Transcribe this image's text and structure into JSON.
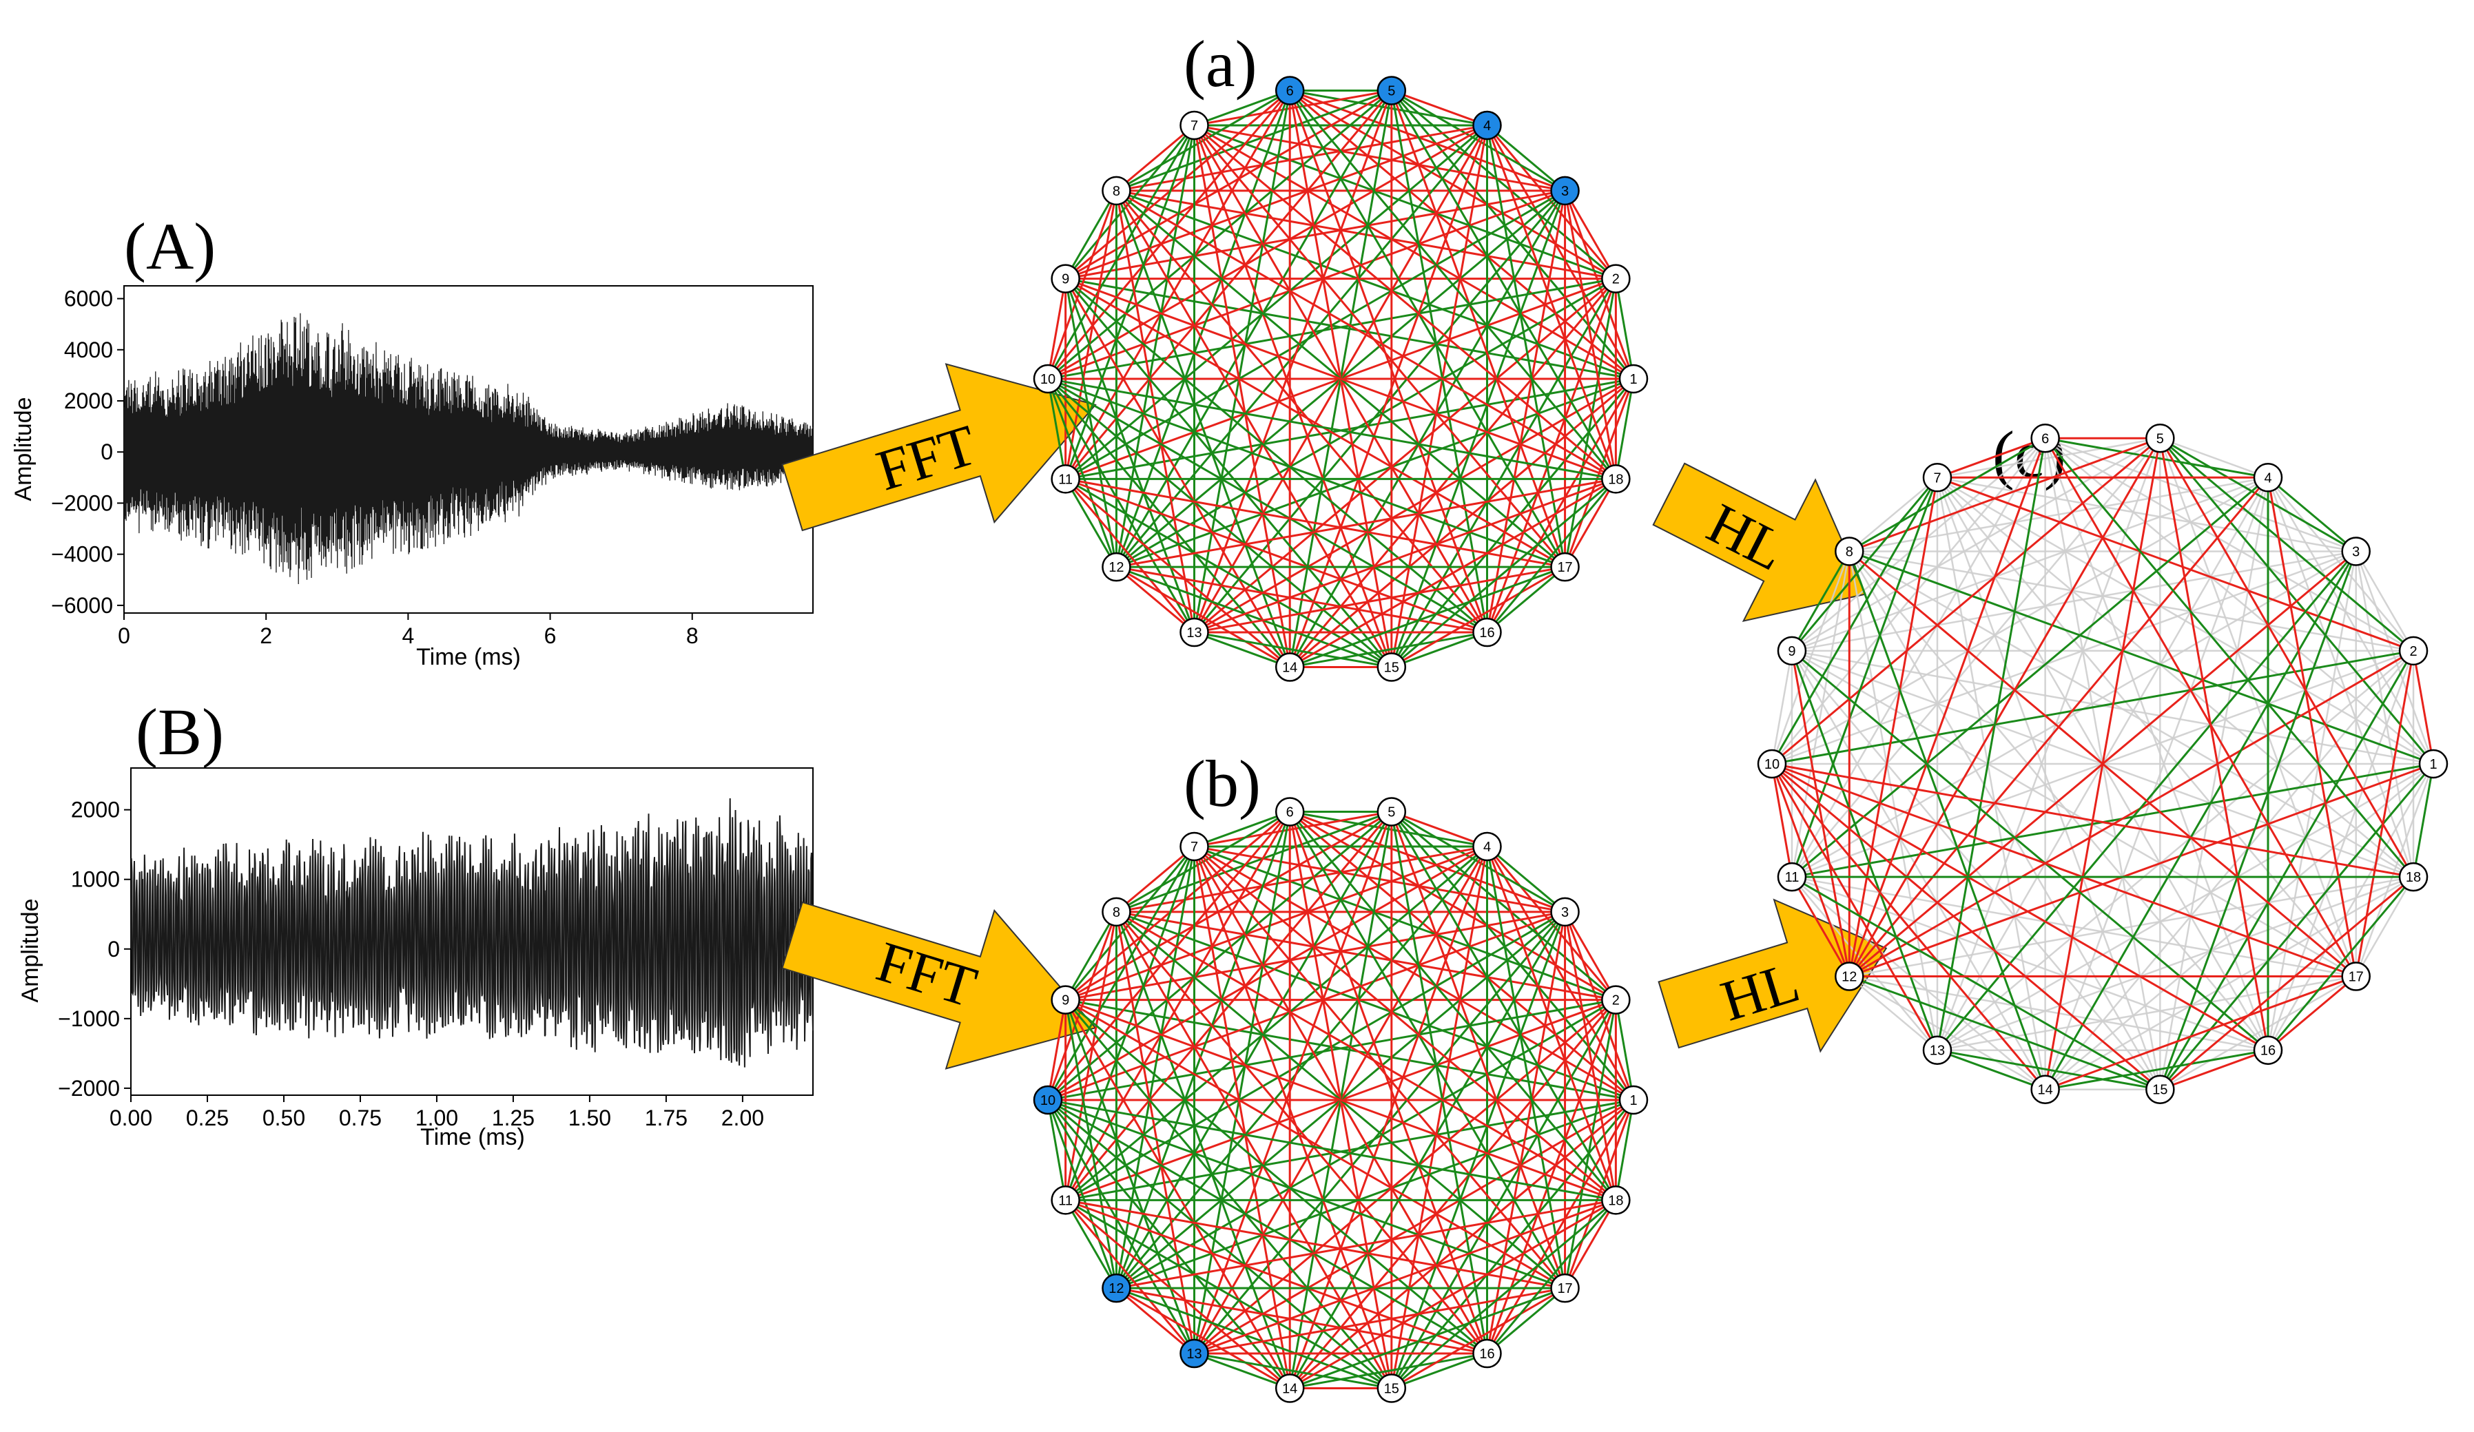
{
  "panels": {
    "A": {
      "letter": "(A)"
    },
    "B": {
      "letter": "(B)"
    },
    "a": {
      "letter": "(a)"
    },
    "b": {
      "letter": "(b)"
    },
    "c": {
      "letter": "(c)"
    }
  },
  "arrows": {
    "fft_top": "FFT",
    "fft_bottom": "FFT",
    "hl_top": "HL",
    "hl_bottom": "HL"
  },
  "colors": {
    "edge_positive": "#1a8a1a",
    "edge_negative": "#e8221b",
    "edge_neutral": "#cfcfcf",
    "node_highlight": "#1e88e5",
    "node_default": "#ffffff",
    "arrow_fill": "#ffbf00",
    "signal": "#1a1a1a"
  },
  "chart_data": [
    {
      "id": "A",
      "type": "line",
      "xlabel": "Time (ms)",
      "ylabel": "Amplitude",
      "xlim": [
        0,
        9.7
      ],
      "ylim": [
        -6300,
        6500
      ],
      "xticks": [
        0,
        2,
        4,
        6,
        8
      ],
      "xtick_labels": [
        "0",
        "2",
        "4",
        "6",
        "8"
      ],
      "yticks": [
        6000,
        4000,
        2000,
        0,
        -2000,
        -4000,
        -6000
      ],
      "ytick_labels": [
        "6000",
        "4000",
        "2000",
        "0",
        "−2000",
        "−4000",
        "−6000"
      ],
      "envelope": {
        "t": [
          0,
          1,
          2,
          2.6,
          3.5,
          4.5,
          5.6,
          6,
          7,
          7.8,
          8.5,
          9.7
        ],
        "upper": [
          3000,
          3500,
          5000,
          5800,
          4500,
          3500,
          2500,
          1200,
          800,
          1400,
          2000,
          1200
        ],
        "lower": [
          -3200,
          -3600,
          -4800,
          -5600,
          -4500,
          -3800,
          -2500,
          -1100,
          -700,
          -1200,
          -1600,
          -1100
        ]
      }
    },
    {
      "id": "B",
      "type": "line",
      "xlabel": "Time (ms)",
      "ylabel": "Amplitude",
      "xlim": [
        0,
        2.23
      ],
      "ylim": [
        -2100,
        2600
      ],
      "xticks": [
        0,
        0.25,
        0.5,
        0.75,
        1.0,
        1.25,
        1.5,
        1.75,
        2.0
      ],
      "xtick_labels": [
        "0.00",
        "0.25",
        "0.50",
        "0.75",
        "1.00",
        "1.25",
        "1.50",
        "1.75",
        "2.00"
      ],
      "yticks": [
        2000,
        1000,
        0,
        -1000,
        -2000
      ],
      "ytick_labels": [
        "2000",
        "1000",
        "0",
        "−1000",
        "−2000"
      ],
      "envelope": {
        "t": [
          0,
          0.5,
          1.0,
          1.5,
          2.0,
          2.23
        ],
        "upper": [
          1500,
          1600,
          1700,
          1800,
          2300,
          1700
        ],
        "lower": [
          -1000,
          -1300,
          -1300,
          -1500,
          -1800,
          -1400
        ]
      }
    }
  ],
  "graphs": {
    "a": {
      "nodes": [
        "1",
        "2",
        "3",
        "4",
        "5",
        "6",
        "7",
        "8",
        "9",
        "10",
        "11",
        "12",
        "13",
        "14",
        "15",
        "16",
        "17",
        "18"
      ],
      "highlighted": [
        "3",
        "4",
        "5",
        "6"
      ]
    },
    "b": {
      "nodes": [
        "1",
        "2",
        "3",
        "4",
        "5",
        "6",
        "7",
        "8",
        "9",
        "10",
        "11",
        "12",
        "13",
        "14",
        "15",
        "16",
        "17",
        "18"
      ],
      "highlighted": [
        "10",
        "12",
        "13"
      ]
    },
    "c": {
      "nodes": [
        "1",
        "2",
        "3",
        "4",
        "5",
        "6",
        "7",
        "8",
        "9",
        "10",
        "11",
        "12",
        "13",
        "14",
        "15",
        "16",
        "17",
        "18"
      ],
      "highlighted": []
    }
  }
}
